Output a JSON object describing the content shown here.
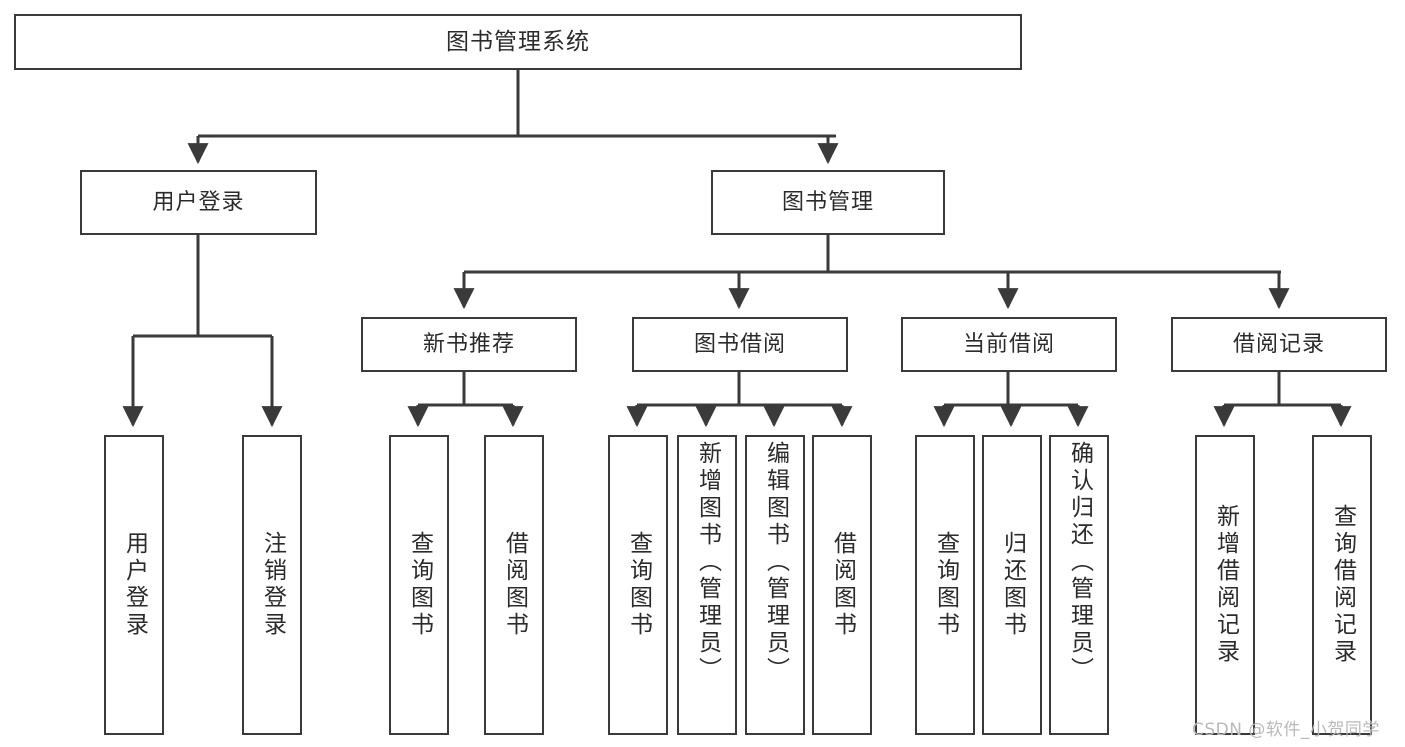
{
  "diagram": {
    "type": "tree",
    "title": "图书管理系统",
    "root": {
      "label": "图书管理系统"
    },
    "level1": [
      {
        "label": "用户登录"
      },
      {
        "label": "图书管理"
      }
    ],
    "level2": [
      {
        "label": "新书推荐",
        "parent": "图书管理"
      },
      {
        "label": "图书借阅",
        "parent": "图书管理"
      },
      {
        "label": "当前借阅",
        "parent": "图书管理"
      },
      {
        "label": "借阅记录",
        "parent": "图书管理"
      }
    ],
    "leaves": {
      "user_login": [
        {
          "label": "用户登录"
        },
        {
          "label": "注销登录"
        }
      ],
      "new_book_recommend": [
        {
          "label": "查询图书"
        },
        {
          "label": "借阅图书"
        }
      ],
      "book_borrow": [
        {
          "label": "查询图书"
        },
        {
          "label": "新增图书（管理员）"
        },
        {
          "label": "编辑图书（管理员）"
        },
        {
          "label": "借阅图书"
        }
      ],
      "current_borrow": [
        {
          "label": "查询图书"
        },
        {
          "label": "归还图书"
        },
        {
          "label": "确认归还（管理员）"
        }
      ],
      "borrow_record": [
        {
          "label": "新增借阅记录"
        },
        {
          "label": "查询借阅记录"
        }
      ]
    },
    "colors": {
      "box_border": "#3a3a3a",
      "box_fill": "#ffffff",
      "connector": "#3a3a3a",
      "text": "#2b2b2b",
      "watermark": "#b9b9b9",
      "background": "#ffffff"
    }
  },
  "watermark": {
    "text": "CSDN @软件_小贺同学"
  }
}
